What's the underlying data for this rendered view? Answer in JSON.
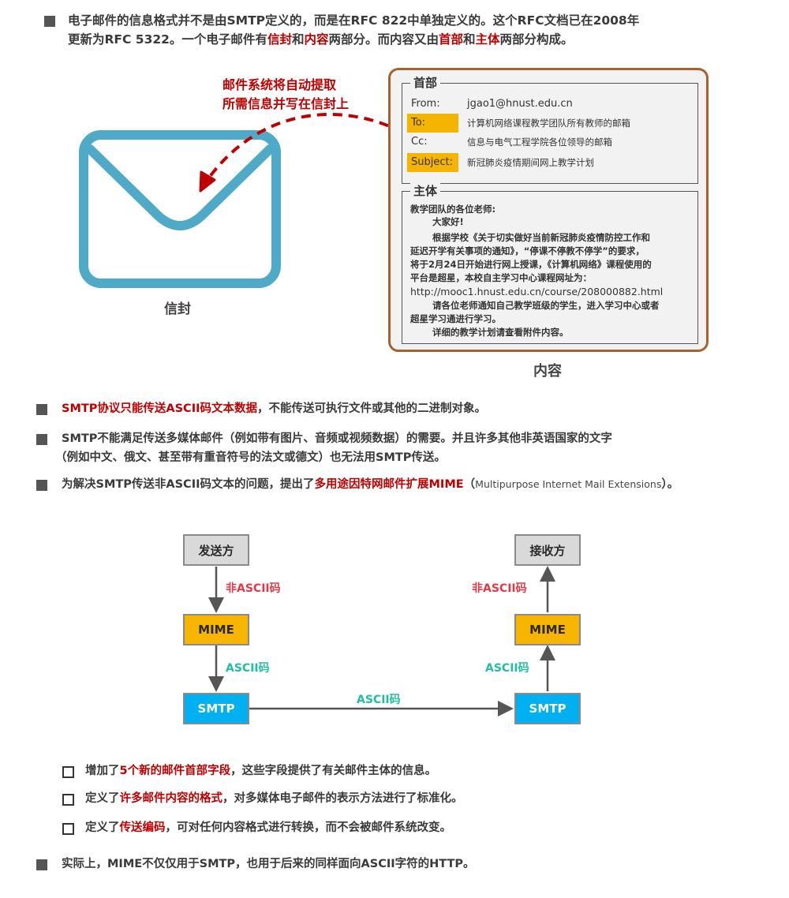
{
  "intro": {
    "l1": "电子邮件的信息格式并不是由SMTP定义的，而是在RFC 822中单独定义的。这个RFC文档已在2008年",
    "l2_a": "更新为RFC 5322。一个电子邮件有",
    "l2_b": "信封",
    "l2_c": "和",
    "l2_d": "内容",
    "l2_e": "两部分。而内容又由",
    "l2_f": "首部",
    "l2_g": "和",
    "l2_h": "主体",
    "l2_i": "两部分构成。"
  },
  "arrow_note": {
    "l1": "邮件系统将自动提取",
    "l2": "所需信息并写在信封上"
  },
  "envelope": {
    "caption": "信封",
    "icon": "envelope-icon",
    "color": "#4eaac6"
  },
  "mail": {
    "caption": "内容",
    "header_legend": "首部",
    "headers": [
      {
        "key": "From:",
        "value": "jgao1@hnust.edu.cn",
        "highlight": false
      },
      {
        "key": "To:",
        "value": "计算机网络课程教学团队所有教师的邮箱",
        "highlight": true
      },
      {
        "key": "Cc:",
        "value": "信息与电气工程学院各位领导的邮箱",
        "highlight": false
      },
      {
        "key": "Subject:",
        "value": "新冠肺炎疫情期间网上教学计划",
        "highlight": true
      }
    ],
    "body_legend": "主体",
    "body_lines": [
      "教学团队的各位老师:",
      "       大家好!",
      "       根据学校《关于切实做好当前新冠肺炎疫情防控工作和",
      "延迟开学有关事项的通知》，“停课不停教不停学”的要求，",
      "将于2月24日开始进行网上授课，《计算机网络》课程使用的",
      "平台是超星，本校自主学习中心课程网址为：",
      "http://mooc1.hnust.edu.cn/course/208000882.html",
      "       请各位老师通知自己教学班级的学生，进入学习中心或者",
      "超星学习通进行学习。",
      "       详细的教学计划请查看附件内容。"
    ]
  },
  "bullets": {
    "b1_red": "SMTP协议只能传送ASCII码文本数据",
    "b1_rest": "，不能传送可执行文件或其他的二进制对象。",
    "b2_l1": "SMTP不能满足传送多媒体邮件（例如带有图片、音频或视频数据）的需要。并且许多其他非英语国家的文字",
    "b2_l2": "（例如中文、俄文、甚至带有重音符号的法文或德文）也无法用SMTP传送。",
    "b3_a": "为解决SMTP传送非ASCII码文本的问题，提出了",
    "b3_red": "多用途因特网邮件扩展MIME",
    "b3_b": "（",
    "b3_en": "Multipurpose Internet Mail Extensions",
    "b3_c": "）。"
  },
  "flow": {
    "sender": "发送方",
    "receiver": "接收方",
    "mime_left": "MIME",
    "mime_right": "MIME",
    "smtp_left": "SMTP",
    "smtp_right": "SMTP",
    "label_non_ascii_left": "非ASCII码",
    "label_non_ascii_right": "非ASCII码",
    "label_ascii_left": "ASCII码",
    "label_ascii_right": "ASCII码",
    "label_ascii_mid": "ASCII码"
  },
  "subs": {
    "s1_a": "增加了",
    "s1_red": "5个新的邮件首部字段",
    "s1_b": "，这些字段提供了有关邮件主体的信息。",
    "s2_a": "定义了",
    "s2_red": "许多邮件内容的格式",
    "s2_b": "，对多媒体电子邮件的表示方法进行了标准化。",
    "s3_a": "定义了",
    "s3_red": "传送编码",
    "s3_b": "，可对任何内容格式进行转换，而不会被邮件系统改变。"
  },
  "final": "实际上，MIME不仅仅用于SMTP，也用于后来的同样面向ASCII字符的HTTP。"
}
